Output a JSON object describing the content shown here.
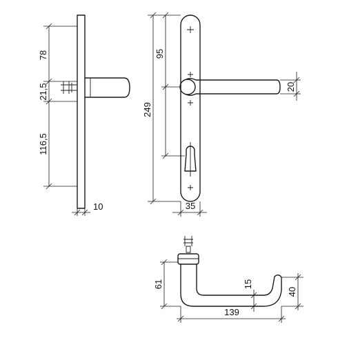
{
  "dimensions": {
    "side_top": "78",
    "side_mid": "21,5",
    "side_bottom": "116,5",
    "side_thickness": "10",
    "front_height": "249",
    "front_upper": "95",
    "front_width": "35",
    "front_handle_dia": "20",
    "plan_height": "61",
    "plan_depth": "15",
    "plan_length": "139",
    "plan_grip": "40"
  }
}
